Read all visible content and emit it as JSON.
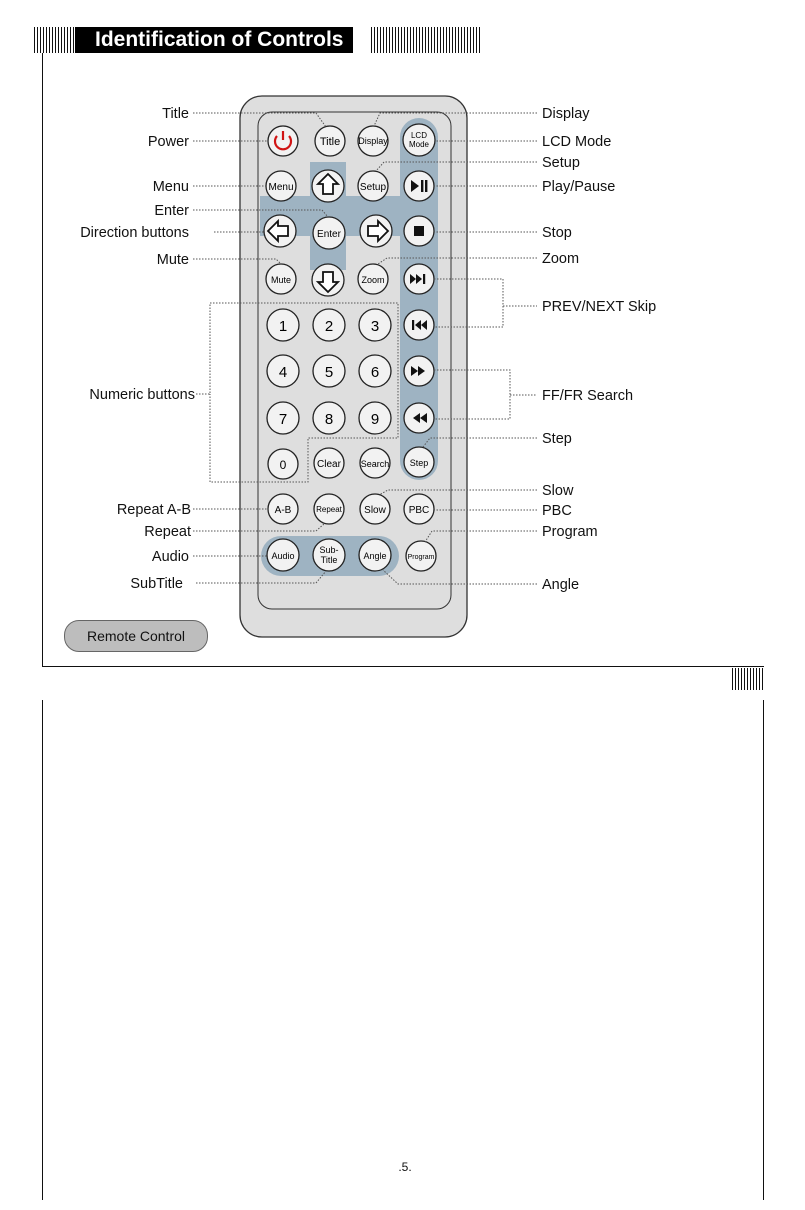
{
  "header": {
    "title": "Identification of Controls"
  },
  "caption": {
    "label": "Remote Control"
  },
  "page_number": ".5.",
  "buttons": {
    "title": "Title",
    "display": "Display",
    "lcd_mode_1": "LCD",
    "lcd_mode_2": "Mode",
    "menu": "Menu",
    "setup": "Setup",
    "enter": "Enter",
    "mute": "Mute",
    "zoom": "Zoom",
    "n1": "1",
    "n2": "2",
    "n3": "3",
    "n4": "4",
    "n5": "5",
    "n6": "6",
    "n7": "7",
    "n8": "8",
    "n9": "9",
    "n0": "0",
    "clear": "Clear",
    "search": "Search",
    "step": "Step",
    "ab": "A-B",
    "repeat": "Repeat",
    "slow": "Slow",
    "pbc": "PBC",
    "audio": "Audio",
    "subtitle_1": "Sub-",
    "subtitle_2": "Title",
    "angle": "Angle",
    "program": "Program"
  },
  "labels_left": {
    "title": "Title",
    "power": "Power",
    "menu": "Menu",
    "enter": "Enter",
    "direction": "Direction buttons",
    "mute": "Mute",
    "numeric": "Numeric buttons",
    "repeat_ab": "Repeat A-B",
    "repeat": "Repeat",
    "audio": "Audio",
    "subtitle": "SubTitle"
  },
  "labels_right": {
    "display": "Display",
    "lcd_mode": "LCD Mode",
    "setup": "Setup",
    "play_pause": "Play/Pause",
    "stop": "Stop",
    "zoom": "Zoom",
    "prev_next": "PREV/NEXT Skip",
    "ff_fr": "FF/FR Search",
    "step": "Step",
    "slow": "Slow",
    "pbc": "PBC",
    "program": "Program",
    "angle": "Angle"
  },
  "colors": {
    "power": "#d01414",
    "remote_body": "#dcdcdc",
    "track": "#9eb3c2",
    "button": "#f0f0f0"
  }
}
